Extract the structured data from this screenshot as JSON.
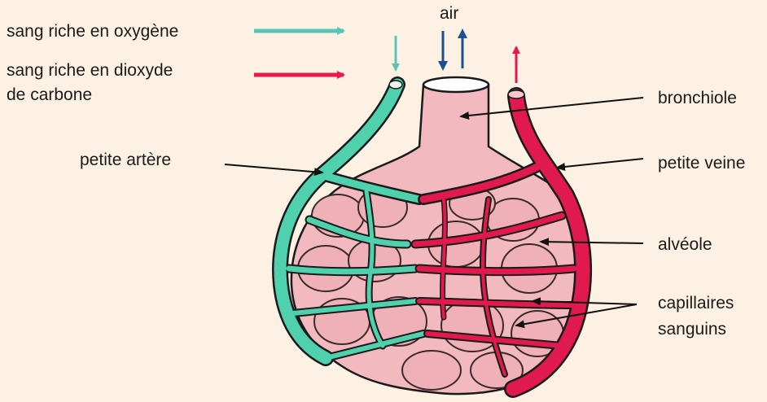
{
  "legend": {
    "oxygen_blood": "sang riche en oxygène",
    "co2_blood_line1": "sang riche en dioxyde",
    "co2_blood_line2": "de carbone",
    "oxygen_color": "#5cc4b4",
    "co2_color": "#e8194a"
  },
  "labels": {
    "air": "air",
    "bronchiole": "bronchiole",
    "petite_artere": "petite artère",
    "petite_veine": "petite veine",
    "alveole": "alvéole",
    "capillaires_line1": "capillaires",
    "capillaires_line2": "sanguins"
  },
  "colors": {
    "background": "#fdf1e3",
    "alveolus_fill": "#f2b9bf",
    "artery": "#4fd1ad",
    "vein": "#e0194e",
    "air_arrow": "#1d4e8f",
    "outline": "#1a1a1a"
  }
}
